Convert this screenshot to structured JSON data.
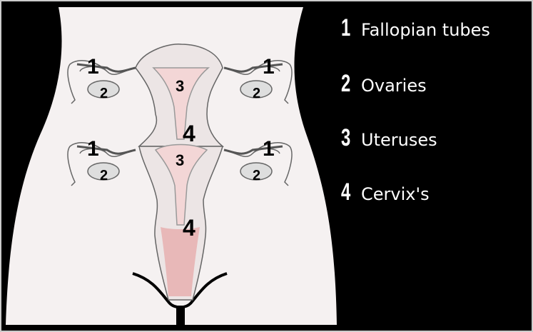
{
  "legend": [
    {
      "number": "1",
      "label": "Fallopian tubes"
    },
    {
      "number": "2",
      "label": "Ovaries"
    },
    {
      "number": "3",
      "label": "Uteruses"
    },
    {
      "number": "4",
      "label": "Cervix's"
    }
  ],
  "colors": {
    "background": "#000000",
    "body": "#f5f1f1",
    "organ": "#ece5e5",
    "cavity": "#f3d6d6",
    "vagina": "#e8b8b8",
    "outline": "#666666"
  }
}
